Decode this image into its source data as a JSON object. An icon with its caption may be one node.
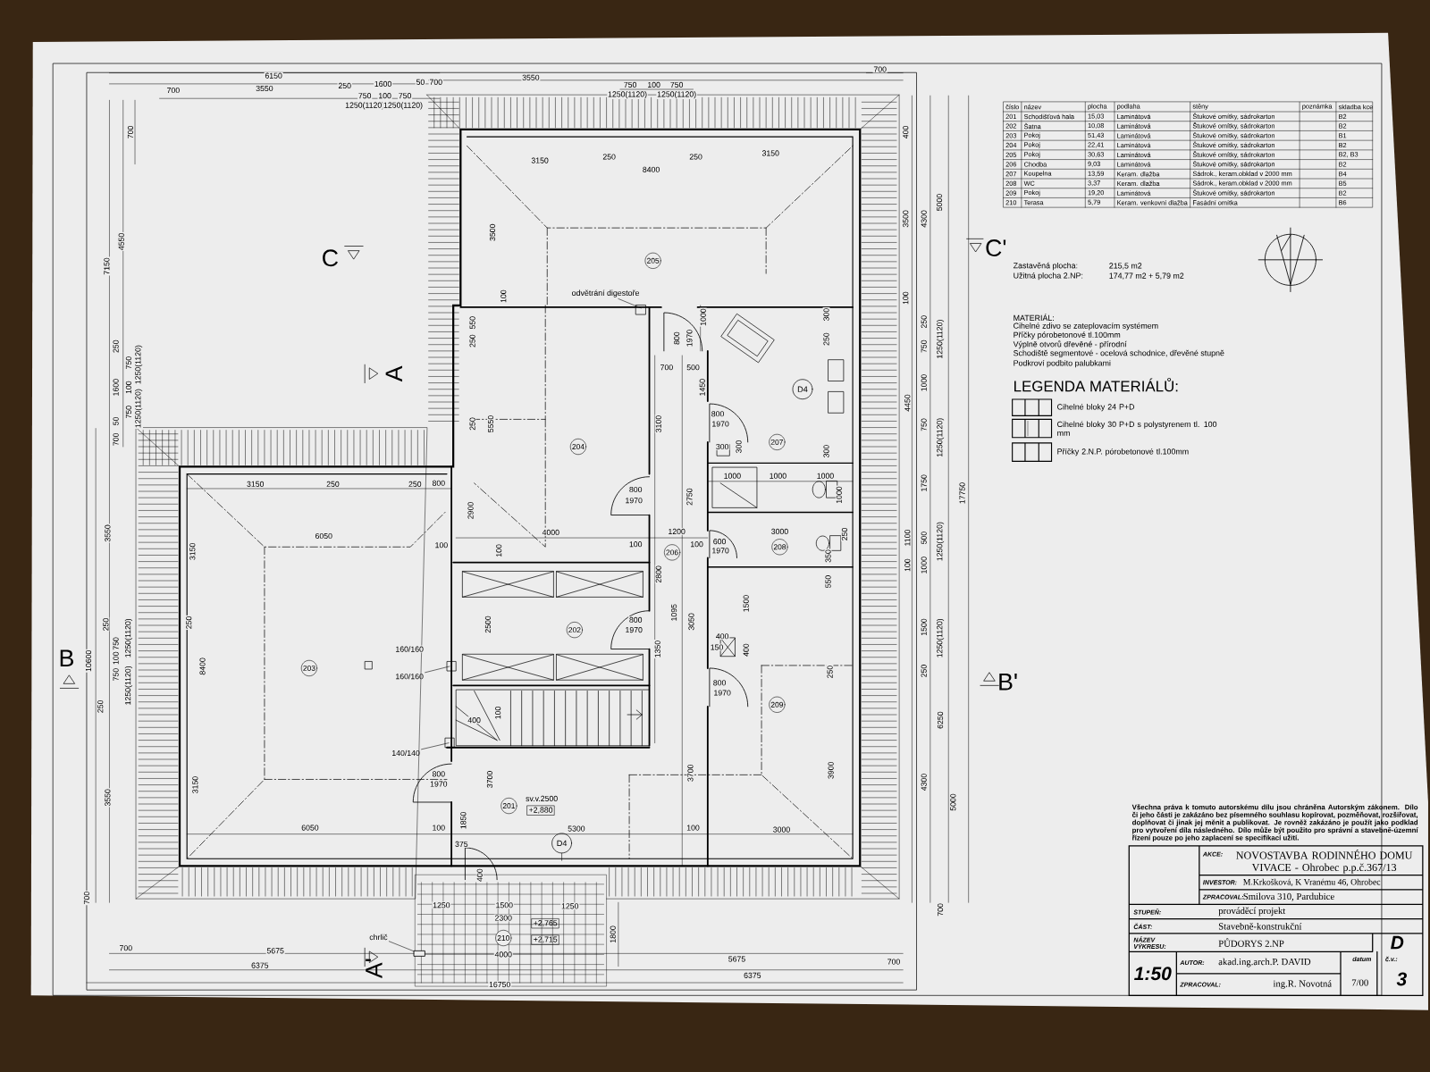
{
  "diagram": {
    "nodes": [
      {
        "text": [
          "odvětrání digestoře"
        ]
      },
      {
        "text": [
          "160/160"
        ]
      },
      {
        "text": [
          "140/140"
        ]
      },
      {
        "text": [
          "chrlič"
        ]
      },
      {
        "text": [
          "D4"
        ]
      },
      {
        "text": [
          "D4"
        ]
      },
      {
        "text": [],
        "shape": "box"
      }
    ],
    "edges": [
      {
        "from": 0,
        "to": null,
        "arrow": "none"
      },
      {
        "from": 1,
        "to": null,
        "arrow": "none"
      },
      {
        "from": 2,
        "to": null,
        "arrow": "none"
      },
      {
        "from": 3,
        "to": 6,
        "arrow": "none"
      },
      {
        "from": 4,
        "to": null,
        "arrow": "none"
      }
    ],
    "labels": [
      "6150",
      "700",
      "3550",
      "250",
      "1600",
      "50",
      "700",
      "750",
      "100",
      "750",
      "1250(1120)",
      "1250(1120)",
      "3550",
      "750",
      "100",
      "750",
      "1250(1120)",
      "1250(1120)",
      "700",
      "700",
      "4550",
      "7150",
      "250",
      "1600",
      "50",
      "700",
      "750",
      "100",
      "750",
      "1250(1120)",
      "1250(1120)",
      "3550",
      "10600",
      "250",
      "750",
      "100",
      "750",
      "250",
      "1250(1120)",
      "1250(1120)",
      "3550",
      "700",
      "400",
      "3500",
      "4300",
      "5000",
      "100",
      "250",
      "750",
      "1250(1120)",
      "4450",
      "1000",
      "750",
      "1250(1120)",
      "1750",
      "17750",
      "1100",
      "100",
      "500",
      "1000",
      "1250(1120)",
      "1500",
      "1250(1120)",
      "250",
      "6250",
      "4300",
      "5000",
      "700",
      "700",
      "5675",
      "6375",
      "1800",
      "5675",
      "6375",
      "700",
      "16750",
      "C",
      "C'",
      "A",
      "A'",
      "B",
      "B'",
      "3150",
      "250",
      "8400",
      "250",
      "3150",
      "3500",
      "100",
      "205",
      "550",
      "250",
      "250",
      "5550",
      "204",
      "2900",
      "800",
      "1970",
      "4000",
      "100",
      "100",
      "800",
      "1970",
      "1000",
      "700",
      "500",
      "1450",
      "3100",
      "2750",
      "1200",
      "100",
      "2800",
      "206",
      "300",
      "250",
      "800",
      "1970",
      "300",
      "300",
      "207",
      "300",
      "1000",
      "1000",
      "1000",
      "1000",
      "3000",
      "600",
      "1970",
      "208",
      "250",
      "350",
      "550",
      "1500",
      "400",
      "150",
      "400",
      "800",
      "1970",
      "250",
      "209",
      "3700",
      "3900",
      "100",
      "3000",
      "2500",
      "202",
      "800",
      "1970",
      "1350",
      "1095",
      "3050",
      "100",
      "400",
      "3700",
      "sv.v.2500",
      "+2,880",
      "201",
      "1850",
      "5300",
      "375",
      "400",
      "800",
      "1970",
      "100",
      "3150",
      "250",
      "250",
      "800",
      "6050",
      "100",
      "3150",
      "250",
      "8400",
      "203",
      "160/160",
      "3150",
      "6050",
      "1250",
      "1500",
      "1250",
      "2300",
      "+2,765",
      "210",
      "+2,715",
      "4000",
      "Zastavěná plocha:",
      "215,5 m2",
      "Užitná plocha 2.NP:",
      "174,77 m2 + 5,79 m2",
      "MATERIÁL:",
      "Cihelné zdivo se zateplovacím systémem",
      "Příčky pórobetonové tl.100mm",
      "Výplně otvorů dřevěné - přírodní",
      "Schodiště segmentové - ocelová schodnice, dřevěné stupně",
      "Podkroví podbito palubkami",
      "LEGENDA MATERIÁLŮ:",
      "číslo",
      "název",
      "plocha",
      "podlaha",
      "stěny",
      "poznámka",
      "skladba kce",
      "201",
      "Schodišťová hala",
      "15,03",
      "Laminátová",
      "Štukové omítky, sádrokarton",
      "B2",
      "202",
      "Šatna",
      "10,08",
      "Laminátová",
      "Štukové omítky, sádrokarton",
      "B2",
      "203",
      "Pokoj",
      "51,43",
      "Laminátová",
      "Štukové omítky, sádrokarton",
      "B1",
      "204",
      "Pokoj",
      "22,41",
      "Laminátová",
      "Štukové omítky, sádrokarton",
      "B2",
      "205",
      "Pokoj",
      "30,63",
      "Laminátová",
      "Štukové omítky, sádrokarton",
      "B2, B3",
      "206",
      "Chodba",
      "9,03",
      "Laminátová",
      "Štukové omítky, sádrokarton",
      "B2",
      "207",
      "Koupelna",
      "13,59",
      "Keram. dlažba",
      "Sádrok., keram.obklad v 2000 mm",
      "B4",
      "208",
      "WC",
      "3,37",
      "Keram. dlažba",
      "Sádrok., keram.obklad v 2000 mm",
      "B5",
      "209",
      "Pokoj",
      "19,20",
      "Laminátová",
      "Štukové omítky, sádrokarton",
      "B2",
      "210",
      "Terasa",
      "5,79",
      "Keram. venkovní dlažba",
      "Fasádní omítka",
      "B6",
      "Všechna práva k tomuto autorskému dílu jsou chráněna Autorským zákonem. Dílo či jeho části je zakázáno bez písemného souhlasu kopírovat, pozměňovat, rozšiřovat, doplňovat či jinak jej měnit a publikovat. Je rovněž zakázáno je použít jako podklad pro vytvoření díla následného. Dílo může být použito pro správní a stavebně-územní řízení pouze po jeho zaplacení se specifikací užití.",
      "AKCE:",
      "NOVOSTAVBA RODINNÉHO DOMU VIVACE - Ohrobec p.p.č.367/13",
      "INVESTOR:",
      "M.Krkošková, K Vranému 46, Ohrobec",
      "ZPRACOVAL:",
      "Smilova 310, Pardubice",
      "STUPEŇ:",
      "prováděcí projekt",
      "ČÁST:",
      "Stavebně-konstrukční",
      "NÁZEV VÝKRESU:",
      "PŮDORYS 2.NP",
      "D",
      "1:50",
      "AUTOR:",
      "akad.ing.arch.P. DAVID",
      "datum",
      "7/00",
      "č.v.:",
      "3",
      "ZPRACOVAL:",
      "ing.R. Novotná"
    ],
    "legend": [
      {
        "text": "Cihelné bloky 24 P+D"
      },
      {
        "text": "Cihelné bloky 30 P+D s polystyrenem tl. 100 mm"
      },
      {
        "text": "Příčky 2.N.P. pórobetonové tl.100mm"
      }
    ]
  }
}
